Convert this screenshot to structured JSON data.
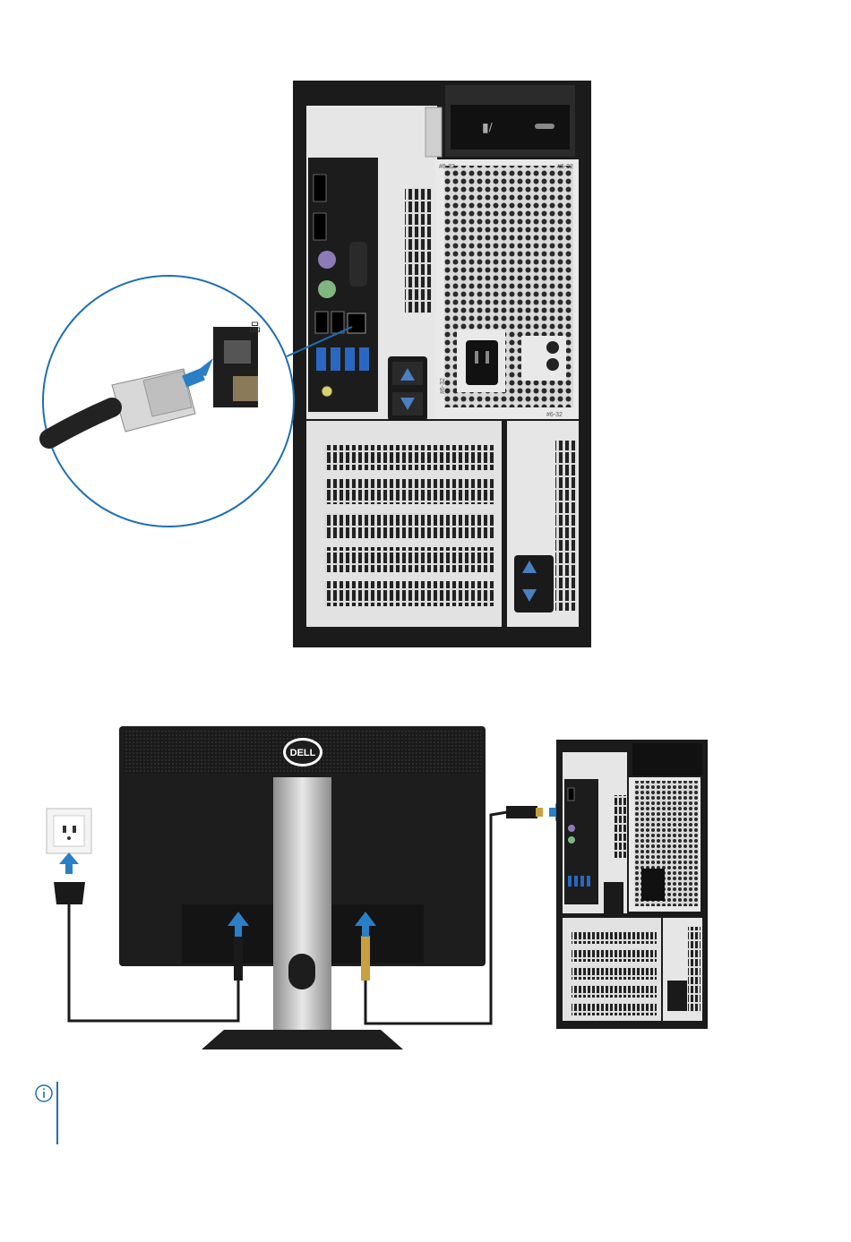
{
  "figure1": {
    "name": "connect-network-cable",
    "psu_markings": [
      "#6-32",
      "#6-32",
      "#6-32",
      "#6-32"
    ]
  },
  "figure2": {
    "name": "connect-display-and-power",
    "monitor_brand": "DELL"
  },
  "note": {
    "icon": "info-icon",
    "text": ""
  },
  "colors": {
    "accent": "#1f6fb2",
    "arrow": "#2a7fc6",
    "chassis": "#1b1b1b",
    "panel": "#e3e3e3"
  }
}
